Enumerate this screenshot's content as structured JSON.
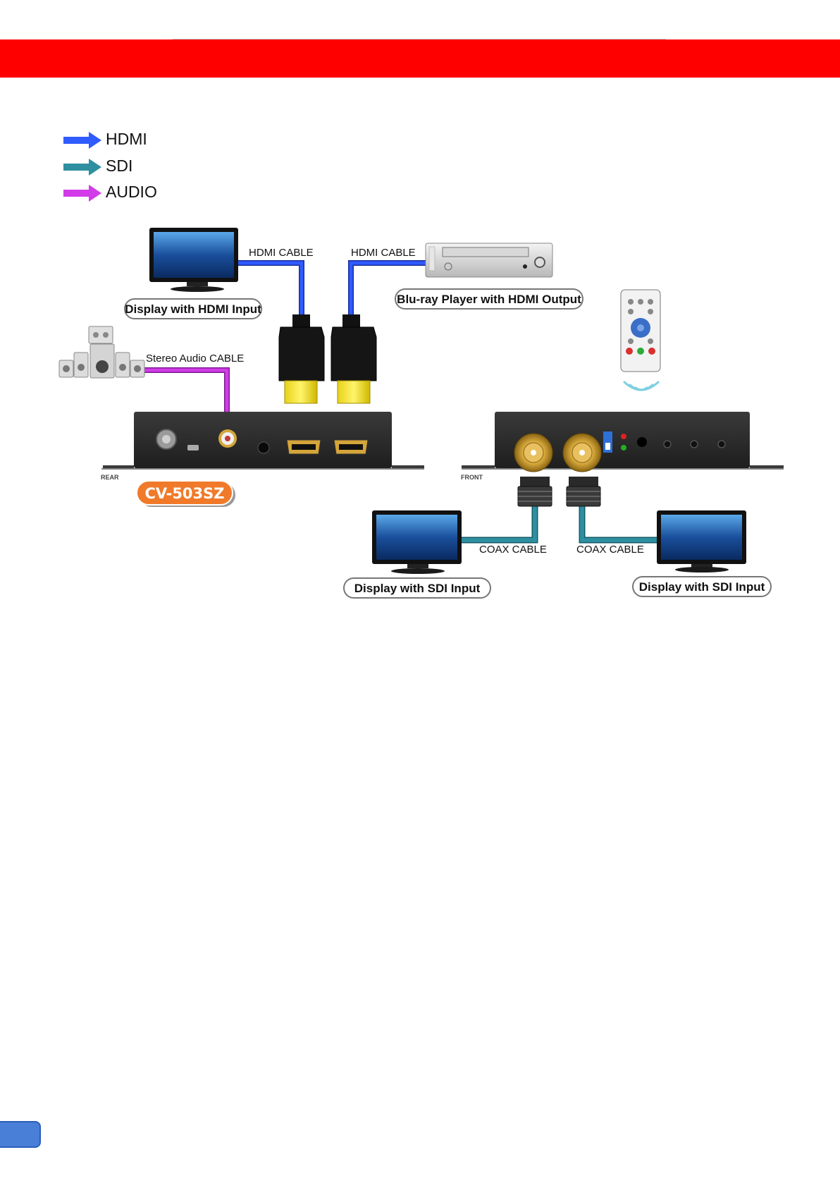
{
  "legend": [
    {
      "label": "HDMI",
      "color": "#2f5bff"
    },
    {
      "label": "SDI",
      "color": "#2e8fa0"
    },
    {
      "label": "AUDIO",
      "color": "#d23ce8"
    }
  ],
  "cables": {
    "hdmi_left": "HDMI CABLE",
    "hdmi_right": "HDMI CABLE",
    "audio": "Stereo Audio CABLE",
    "coax_left": "COAX CABLE",
    "coax_right": "COAX CABLE"
  },
  "devices": {
    "display_hdmi": "Display with HDMI Input",
    "bluray": "Blu-ray Player with HDMI Output",
    "display_sdi_left": "Display with SDI Input",
    "display_sdi_right": "Display with SDI Input"
  },
  "panels": {
    "rear": "REAR",
    "front": "FRONT",
    "model": "CV-503SZ"
  },
  "colors": {
    "header": "#ff0000",
    "hdmi": "#2f5bff",
    "sdi": "#2e8fa0",
    "audio": "#d23ce8",
    "model_badge": "#f07a2a"
  }
}
